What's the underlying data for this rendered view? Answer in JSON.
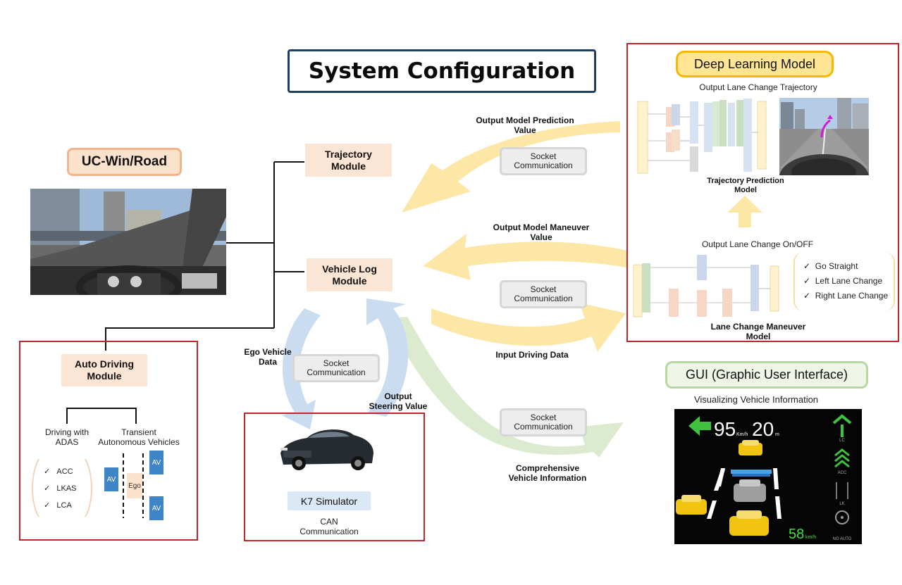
{
  "title": "System Configuration",
  "uc_win_road": {
    "label": "UC-Win/Road"
  },
  "modules": {
    "trajectory": "Trajectory\nModule",
    "vehicle_log": "Vehicle Log\nModule",
    "auto_driving": "Auto Driving\nModule"
  },
  "socket_label": "Socket\nCommunication",
  "flows": {
    "output_prediction": "Output Model Prediction\nValue",
    "output_maneuver": "Output Model Maneuver\nValue",
    "input_driving": "Input Driving Data",
    "ego_vehicle": "Ego Vehicle\nData",
    "output_steering": "Output\nSteering Value",
    "comprehensive": "Comprehensive\nVehicle Information"
  },
  "deep_learning": {
    "title": "Deep Learning Model",
    "output_trajectory": "Output Lane Change Trajectory",
    "trajectory_model": "Trajectory Prediction\nModel",
    "on_off": "Output Lane Change On/OFF",
    "maneuver_model": "Lane Change Maneuver\nModel",
    "options": [
      "Go Straight",
      "Left Lane Change",
      "Right Lane Change"
    ]
  },
  "gui": {
    "title": "GUI (Graphic User Interface)",
    "subtitle": "Visualizing Vehicle Information",
    "speed": "95",
    "speed_unit": "Km/h",
    "distance": "20",
    "distance_unit": "m",
    "set_speed": "58",
    "set_speed_unit": "km/h",
    "indicators": [
      "LC",
      "ACC",
      "LK",
      "NO AUTO"
    ]
  },
  "auto_driving": {
    "left_header": "Driving with\nADAS",
    "right_header": "Transient\nAutonomous Vehicles",
    "adas_items": [
      "ACC",
      "LKAS",
      "LCA"
    ],
    "av_label": "AV",
    "ego_label": "Ego"
  },
  "k7": {
    "label": "K7 Simulator",
    "can": "CAN\nCommunication"
  },
  "colors": {
    "title_border": "#1f3f66",
    "red_border": "#c0272d",
    "yellow_arrow": "#fde7a6",
    "blue_arrow": "#c9dcf0",
    "green_arrow": "#dcebcf"
  }
}
